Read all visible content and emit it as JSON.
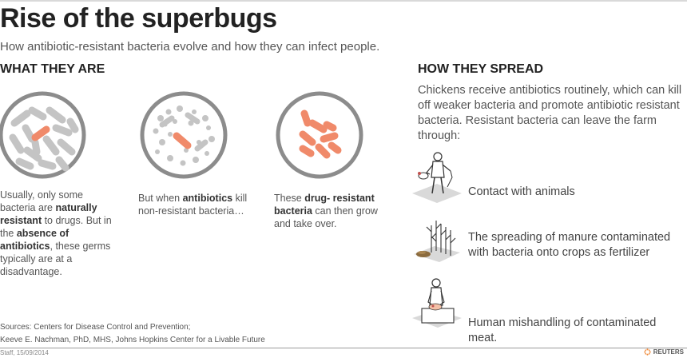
{
  "title": "Rise of the superbugs",
  "subtitle": "How antibiotic-resistant bacteria evolve and how they can infect people.",
  "left_section": {
    "heading": "WHAT THEY ARE",
    "stages": [
      {
        "icon": "petri-dish-mixed-bacteria",
        "caption": {
          "p1": "Usually, only some bacteria are ",
          "b1": "naturally resistant",
          "p2": " to drugs. But in the ",
          "b2": "absence of antibiotics",
          "p3": ", these germs typically are at a disadvantage."
        }
      },
      {
        "icon": "petri-dish-antibiotics",
        "caption": {
          "p1": "But when ",
          "b1": "antibiotics",
          "p2": " kill non-resistant bacteria…"
        }
      },
      {
        "icon": "petri-dish-resistant-bacteria",
        "caption": {
          "p1": "These ",
          "b1": "drug- resistant bacteria",
          "p2": " can then grow and take over."
        }
      }
    ]
  },
  "right_section": {
    "heading": "HOW THEY SPREAD",
    "intro": "Chickens receive antibiotics routinely, which can kill off weaker bacteria and promote antibiotic resistant bacteria. Resistant bacteria can leave the farm through:",
    "routes": [
      {
        "icon": "farmer-with-chicken-icon",
        "label": "Contact with animals"
      },
      {
        "icon": "manure-crops-icon",
        "label": "The spreading of manure contaminated with bacteria onto crops as fertilizer"
      },
      {
        "icon": "person-handling-meat-icon",
        "label": "Human mishandling of contaminated meat."
      }
    ]
  },
  "sources": {
    "line1": "Sources: Centers for Disease Control and Prevention;",
    "line2": "Keeve E. Nachman, PhD, MHS, Johns Hopkins Center for a Livable Future"
  },
  "credit": "Staff, 15/09/2014",
  "brand": "REUTERS",
  "colors": {
    "resistant_bacteria": "#f08a6a",
    "nonresistant_bacteria": "#c4c4c4",
    "dish_rim": "#8c8c8c"
  }
}
